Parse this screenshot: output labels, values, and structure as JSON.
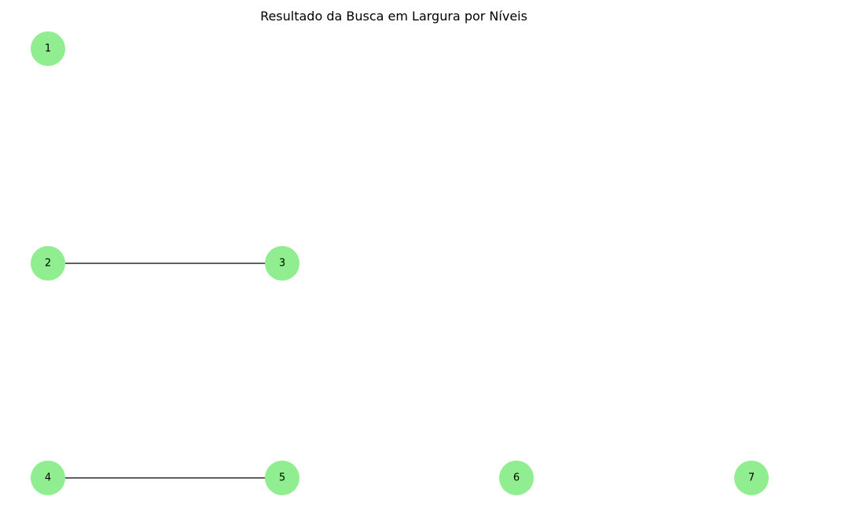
{
  "title": "Resultado da Busca em Largura por Níveis",
  "node_color": "#90ee90",
  "edge_color": "#000000",
  "nodes": [
    {
      "id": "1",
      "label": "1"
    },
    {
      "id": "2",
      "label": "2"
    },
    {
      "id": "3",
      "label": "3"
    },
    {
      "id": "4",
      "label": "4"
    },
    {
      "id": "5",
      "label": "5"
    },
    {
      "id": "6",
      "label": "6"
    },
    {
      "id": "7",
      "label": "7"
    }
  ],
  "edges": [
    {
      "from": "2",
      "to": "3"
    },
    {
      "from": "4",
      "to": "5"
    }
  ]
}
